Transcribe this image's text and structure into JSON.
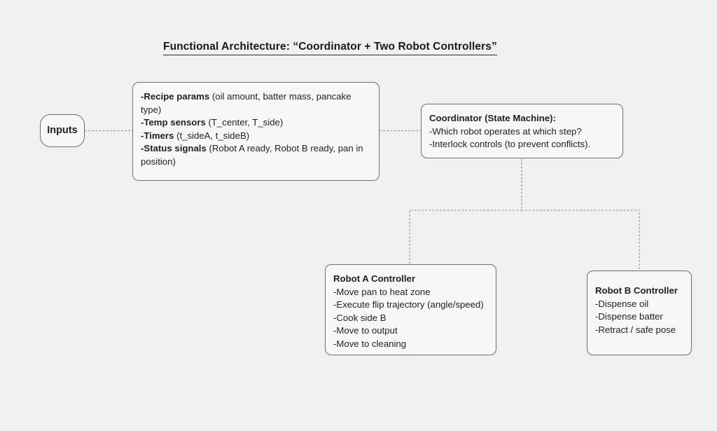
{
  "diagram": {
    "title": "Functional Architecture: “Coordinator + Two Robot Controllers”",
    "background_color": "#f0f0f0",
    "node_fill_color": "#f7f7f7",
    "node_border_color": "#6e6e6e",
    "edge_color": "#9a9a9a",
    "edge_style": "dotted"
  },
  "nodes": {
    "inputs": {
      "label": "Inputs"
    },
    "inputs_detail": {
      "lines": [
        {
          "bold": "-Recipe params",
          "rest": " (oil amount, batter mass, pancake type)"
        },
        {
          "bold": "-Temp sensors",
          "rest": " (T_center, T_side)"
        },
        {
          "bold": "-Timers",
          "rest": " (t_sideA, t_sideB)"
        },
        {
          "bold": "-Status signals",
          "rest": " (Robot A ready, Robot B ready, pan in position)"
        }
      ]
    },
    "coordinator": {
      "header": "Coordinator (State Machine):",
      "items": [
        "-Which robot operates at which step?",
        "-Interlock controls (to prevent conflicts)."
      ]
    },
    "robot_a": {
      "header": "Robot A Controller",
      "items": [
        "-Move pan to heat zone",
        "-Execute flip trajectory (angle/speed)",
        "-Cook side B",
        "-Move to output",
        "-Move to cleaning"
      ]
    },
    "robot_b": {
      "header": "Robot B Controller",
      "items": [
        "-Dispense oil",
        "-Dispense batter",
        "-Retract / safe pose"
      ]
    }
  },
  "edges": [
    {
      "from": "inputs",
      "to": "inputs_detail"
    },
    {
      "from": "inputs_detail",
      "to": "coordinator"
    },
    {
      "from": "coordinator",
      "to": "robot_a"
    },
    {
      "from": "coordinator",
      "to": "robot_b"
    }
  ]
}
